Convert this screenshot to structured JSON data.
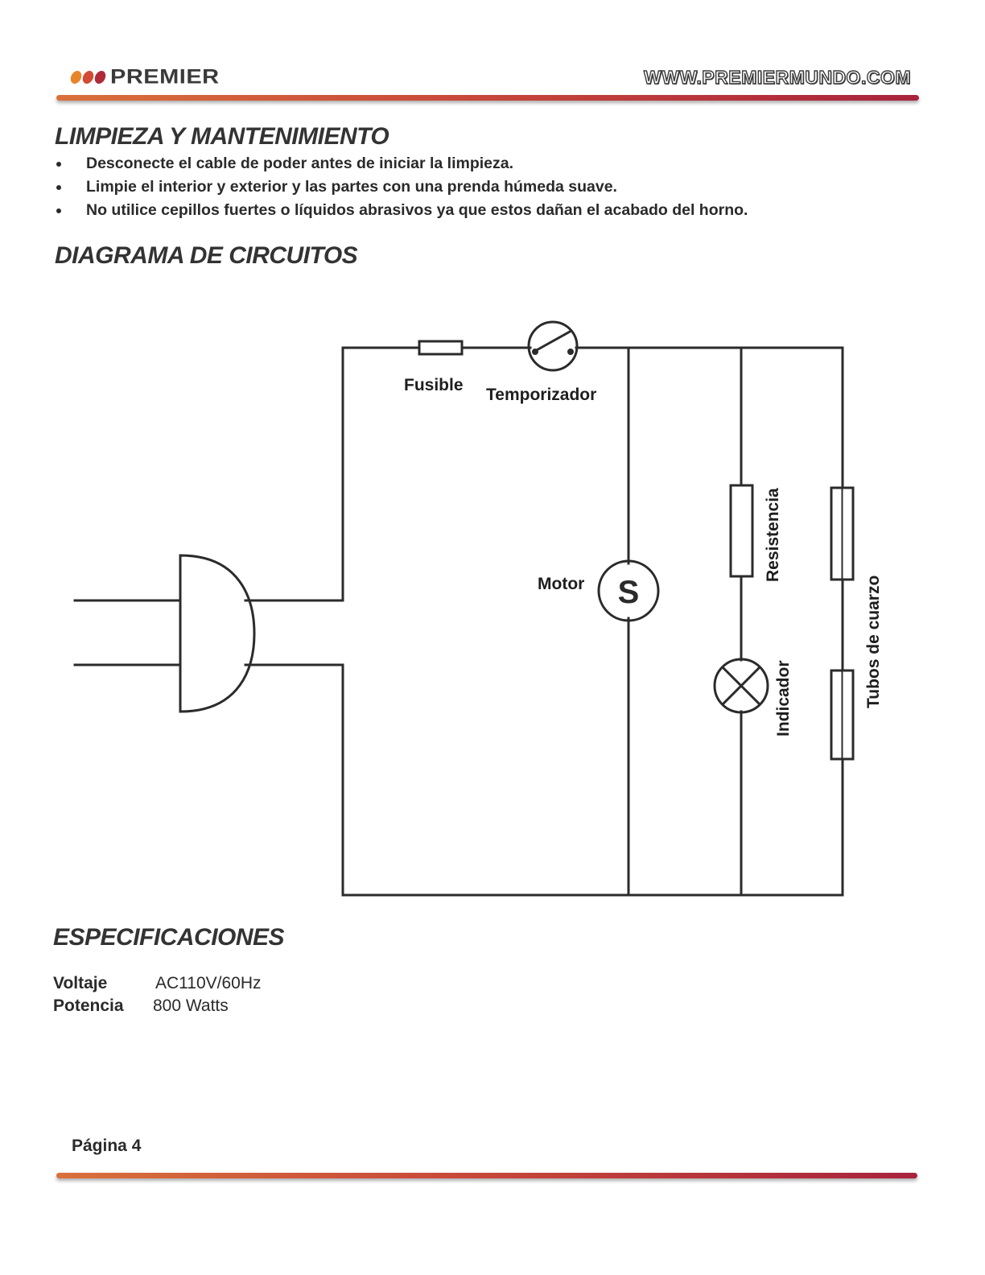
{
  "header": {
    "brand_name": "PREMIER",
    "website": "WWW.PREMIERMUNDO.COM",
    "logo_dot_colors": [
      "#e8852b",
      "#d24b32",
      "#b02a3a"
    ]
  },
  "cleaning": {
    "title": "LIMPIEZA Y MANTENIMIENTO",
    "items": [
      "Desconecte el cable de poder antes de iniciar la limpieza.",
      "Limpie el interior y exterior y las partes con una prenda húmeda suave.",
      "No utilice cepillos fuertes o líquidos abrasivos ya que estos dañan el acabado del horno."
    ]
  },
  "circuit": {
    "title": "DIAGRAMA DE CIRCUITOS",
    "labels": {
      "fuse": "Fusible",
      "timer": "Temporizador",
      "motor": "Motor",
      "motor_symbol": "S",
      "resistor": "Resistencia",
      "indicator": "Indicador",
      "quartz_tubes": "Tubos de cuarzo"
    }
  },
  "specs": {
    "title": "ESPECIFICACIONES",
    "rows": [
      {
        "label": "Voltaje",
        "value": "AC110V/60Hz"
      },
      {
        "label": "Potencia",
        "value": "800 Watts"
      }
    ]
  },
  "footer": {
    "page_label": "Página 4"
  }
}
